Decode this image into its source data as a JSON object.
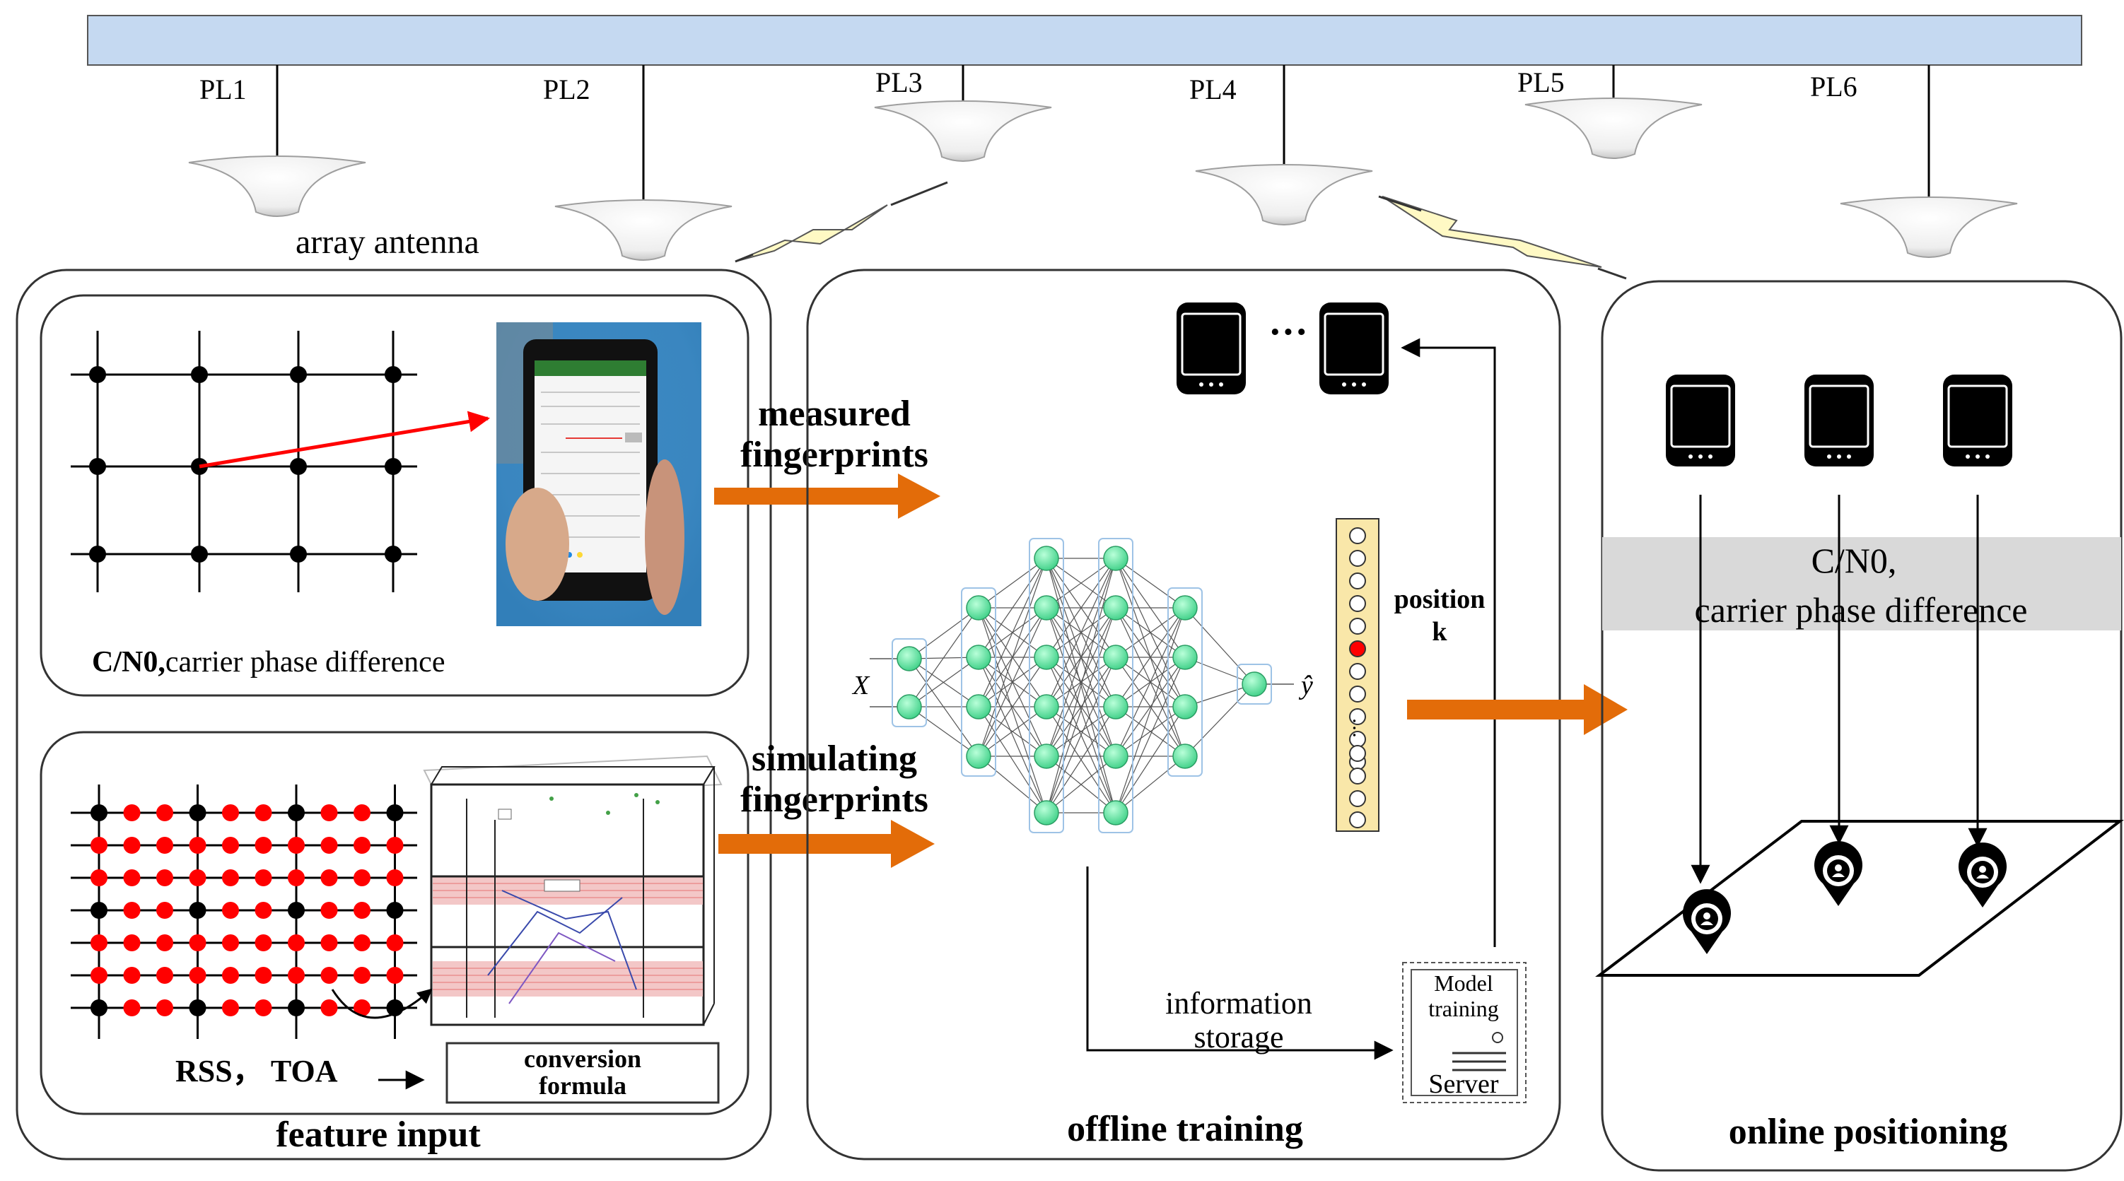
{
  "ceiling_labels": [
    "PL1",
    "PL2",
    "PL3",
    "PL4",
    "PL5",
    "PL6"
  ],
  "antenna_label": "array antenna",
  "feature_input": {
    "title": "feature input",
    "measured_caption_bold": "C/N0,",
    "measured_caption_rest": "carrier phase difference",
    "rss_toa": "RSS， TOA",
    "conversion_line1": "conversion",
    "conversion_line2": "formula"
  },
  "flows": {
    "measured_line1": "measured",
    "measured_line2": "fingerprints",
    "simulating_line1": "simulating",
    "simulating_line2": "fingerprints"
  },
  "offline_training": {
    "title": "offline training",
    "ellipsis": "···",
    "input_symbol": "X",
    "output_symbol": "ŷ",
    "position_line1": "position",
    "position_line2": "k",
    "vector_ellipsis": "…",
    "storage_line1": "information",
    "storage_line2": "storage",
    "server_line1": "Model",
    "server_line2": "training",
    "server_label": "Server"
  },
  "online_positioning": {
    "title": "online positioning",
    "band_line1": "C/N0,",
    "band_line2": "carrier phase difference"
  },
  "colors": {
    "ceiling_bar": "#c5d9f1",
    "arrow_orange": "#e36c09",
    "grid_red": "#ff0000",
    "node_green": "#5ee6a0",
    "band_gray": "#d9d9d9",
    "vector_fill": "#f9e7a9"
  }
}
